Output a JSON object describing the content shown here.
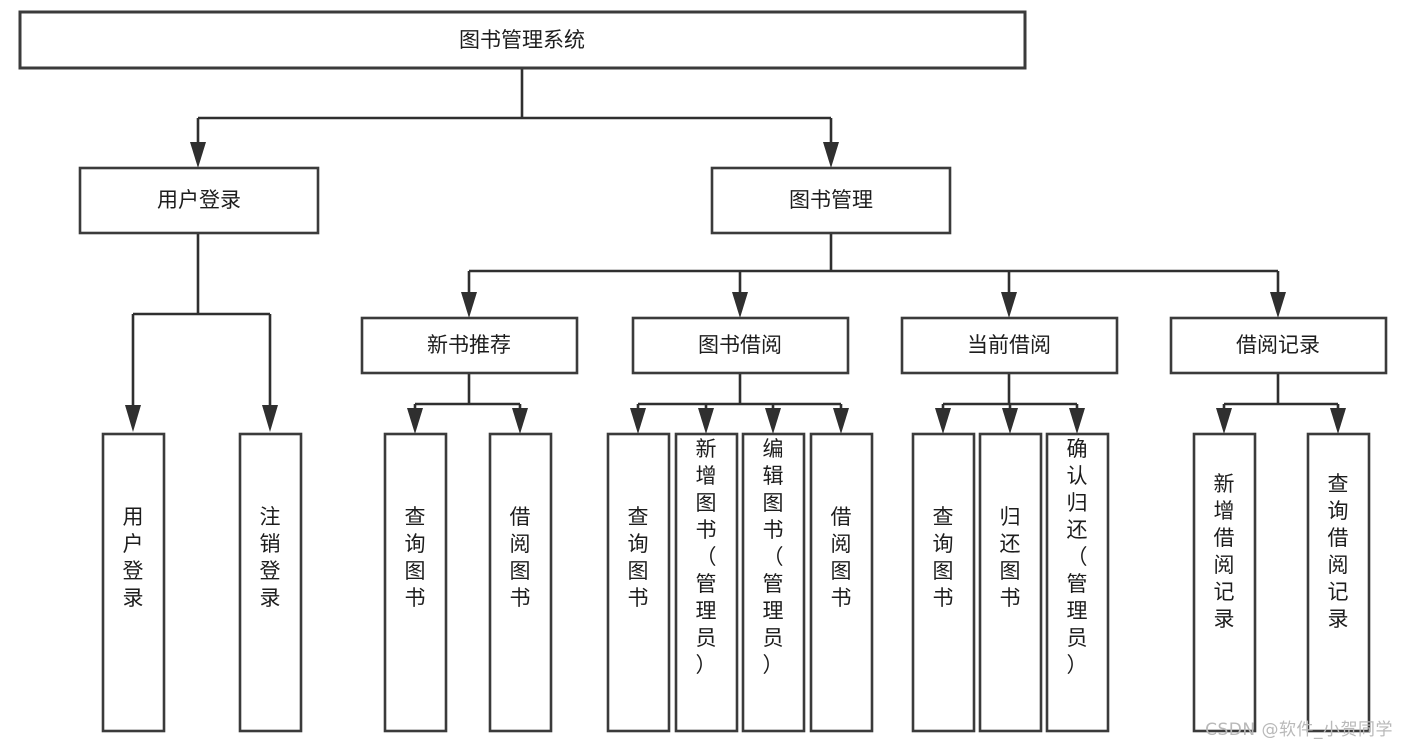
{
  "diagram": {
    "title": "图书管理系统",
    "type": "tree",
    "watermark": "CSDN @软件_小贺同学",
    "colors": {
      "box_fill": "#ffffff",
      "box_stroke": "#3b3b3b",
      "connector": "#2f2f2f",
      "text": "#1d1d1d",
      "watermark": "#b9b9b9"
    },
    "nodes": {
      "root": {
        "id": "root",
        "label": "图书管理系统",
        "level": 0,
        "orientation": "horizontal"
      },
      "level2": [
        {
          "id": "user-login",
          "label": "用户登录",
          "level": 1,
          "orientation": "horizontal"
        },
        {
          "id": "book-manage",
          "label": "图书管理",
          "level": 1,
          "orientation": "horizontal"
        }
      ],
      "level3": [
        {
          "id": "new-book-recommend",
          "label": "新书推荐",
          "level": 2,
          "orientation": "horizontal"
        },
        {
          "id": "book-borrow",
          "label": "图书借阅",
          "level": 2,
          "orientation": "horizontal"
        },
        {
          "id": "current-borrow",
          "label": "当前借阅",
          "level": 2,
          "orientation": "horizontal"
        },
        {
          "id": "borrow-record",
          "label": "借阅记录",
          "level": 2,
          "orientation": "horizontal"
        }
      ],
      "leaves": [
        {
          "id": "leaf-user-login",
          "label": "用户登录",
          "parent": "user-login",
          "orientation": "vertical"
        },
        {
          "id": "leaf-user-logout",
          "label": "注销登录",
          "parent": "user-login",
          "orientation": "vertical"
        },
        {
          "id": "leaf-query-book-1",
          "label": "查询图书",
          "parent": "new-book-recommend",
          "orientation": "vertical"
        },
        {
          "id": "leaf-borrow-book-1",
          "label": "借阅图书",
          "parent": "new-book-recommend",
          "orientation": "vertical"
        },
        {
          "id": "leaf-query-book-2",
          "label": "查询图书",
          "parent": "book-borrow",
          "orientation": "vertical"
        },
        {
          "id": "leaf-add-book",
          "label": "新增图书（管理员）",
          "parent": "book-borrow",
          "orientation": "vertical"
        },
        {
          "id": "leaf-edit-book",
          "label": "编辑图书（管理员）",
          "parent": "book-borrow",
          "orientation": "vertical"
        },
        {
          "id": "leaf-borrow-book-2",
          "label": "借阅图书",
          "parent": "book-borrow",
          "orientation": "vertical"
        },
        {
          "id": "leaf-query-book-3",
          "label": "查询图书",
          "parent": "current-borrow",
          "orientation": "vertical"
        },
        {
          "id": "leaf-return-book",
          "label": "归还图书",
          "parent": "current-borrow",
          "orientation": "vertical"
        },
        {
          "id": "leaf-confirm-return",
          "label": "确认归还（管理员）",
          "parent": "current-borrow",
          "orientation": "vertical"
        },
        {
          "id": "leaf-add-record",
          "label": "新增借阅记录",
          "parent": "borrow-record",
          "orientation": "vertical"
        },
        {
          "id": "leaf-query-record",
          "label": "查询借阅记录",
          "parent": "borrow-record",
          "orientation": "vertical"
        }
      ]
    }
  }
}
